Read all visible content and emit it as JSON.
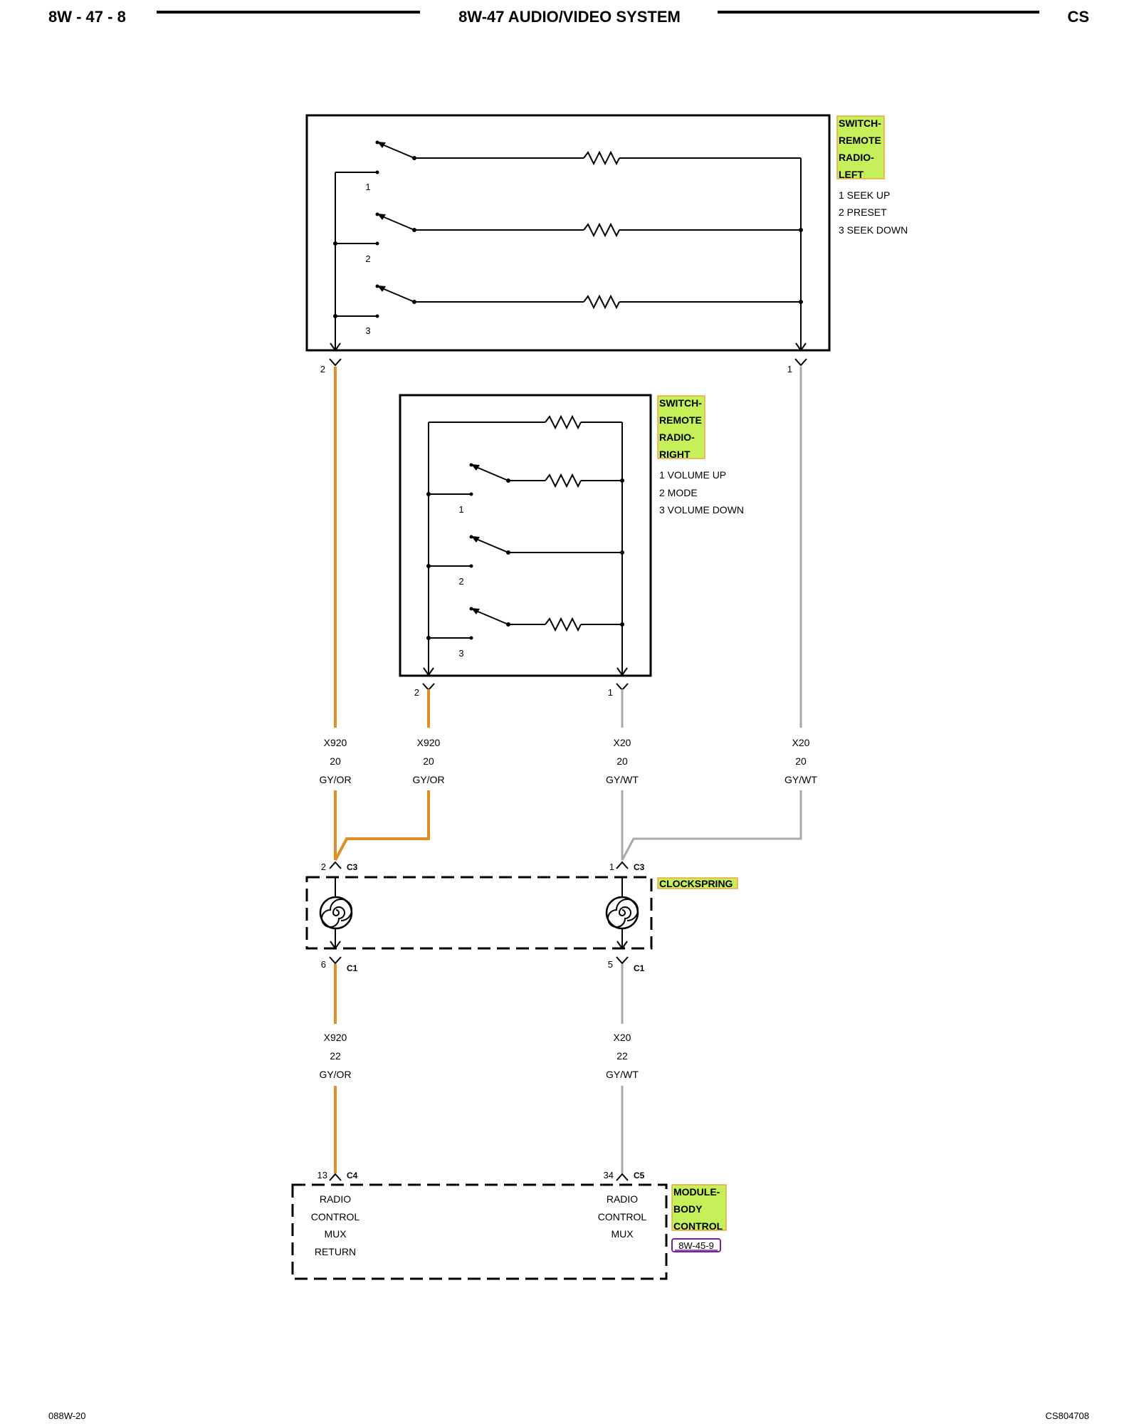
{
  "header": {
    "page_ref": "8W - 47 - 8",
    "title": "8W-47 AUDIO/VIDEO SYSTEM",
    "code": "CS"
  },
  "components": {
    "left_switch": {
      "name_lines": [
        "SWITCH-",
        "REMOTE",
        "RADIO-",
        "LEFT"
      ],
      "legend": [
        "1 SEEK UP",
        "2 PRESET",
        "3 SEEK DOWN"
      ],
      "positions": [
        "1",
        "2",
        "3"
      ],
      "pin_left": "2",
      "pin_right": "1"
    },
    "right_switch": {
      "name_lines": [
        "SWITCH-",
        "REMOTE",
        "RADIO-",
        "RIGHT"
      ],
      "legend": [
        "1 VOLUME UP",
        "2 MODE",
        "3 VOLUME DOWN"
      ],
      "positions": [
        "1",
        "2",
        "3"
      ],
      "pin_left": "2",
      "pin_right": "1"
    },
    "clockspring": {
      "name": "CLOCKSPRING",
      "top_left_pin": "2",
      "top_left_conn": "C3",
      "top_right_pin": "1",
      "top_right_conn": "C3",
      "bottom_left_pin": "6",
      "bottom_left_conn": "C1",
      "bottom_right_pin": "5",
      "bottom_right_conn": "C1"
    },
    "body_module": {
      "name_lines": [
        "MODULE-",
        "BODY",
        "CONTROL"
      ],
      "ref": "8W-45-9",
      "left_pin": "13",
      "left_conn": "C4",
      "right_pin": "34",
      "right_conn": "C5",
      "left_lines": [
        "RADIO",
        "CONTROL",
        "MUX",
        "RETURN"
      ],
      "right_lines": [
        "RADIO",
        "CONTROL",
        "MUX"
      ]
    }
  },
  "wires": {
    "w1": [
      "X920",
      "20",
      "GY/OR"
    ],
    "w2": [
      "X920",
      "20",
      "GY/OR"
    ],
    "w3": [
      "X20",
      "20",
      "GY/WT"
    ],
    "w4": [
      "X20",
      "20",
      "GY/WT"
    ],
    "w5": [
      "X920",
      "22",
      "GY/OR"
    ],
    "w6": [
      "X20",
      "22",
      "GY/WT"
    ]
  },
  "colors": {
    "gy_or": "#e28e26",
    "gy_wt": "#a9a9a9",
    "label_highlight": "#c6f05a",
    "ref_link": "#7b1fa2"
  },
  "footer": {
    "left": "088W-20",
    "right": "CS804708"
  }
}
